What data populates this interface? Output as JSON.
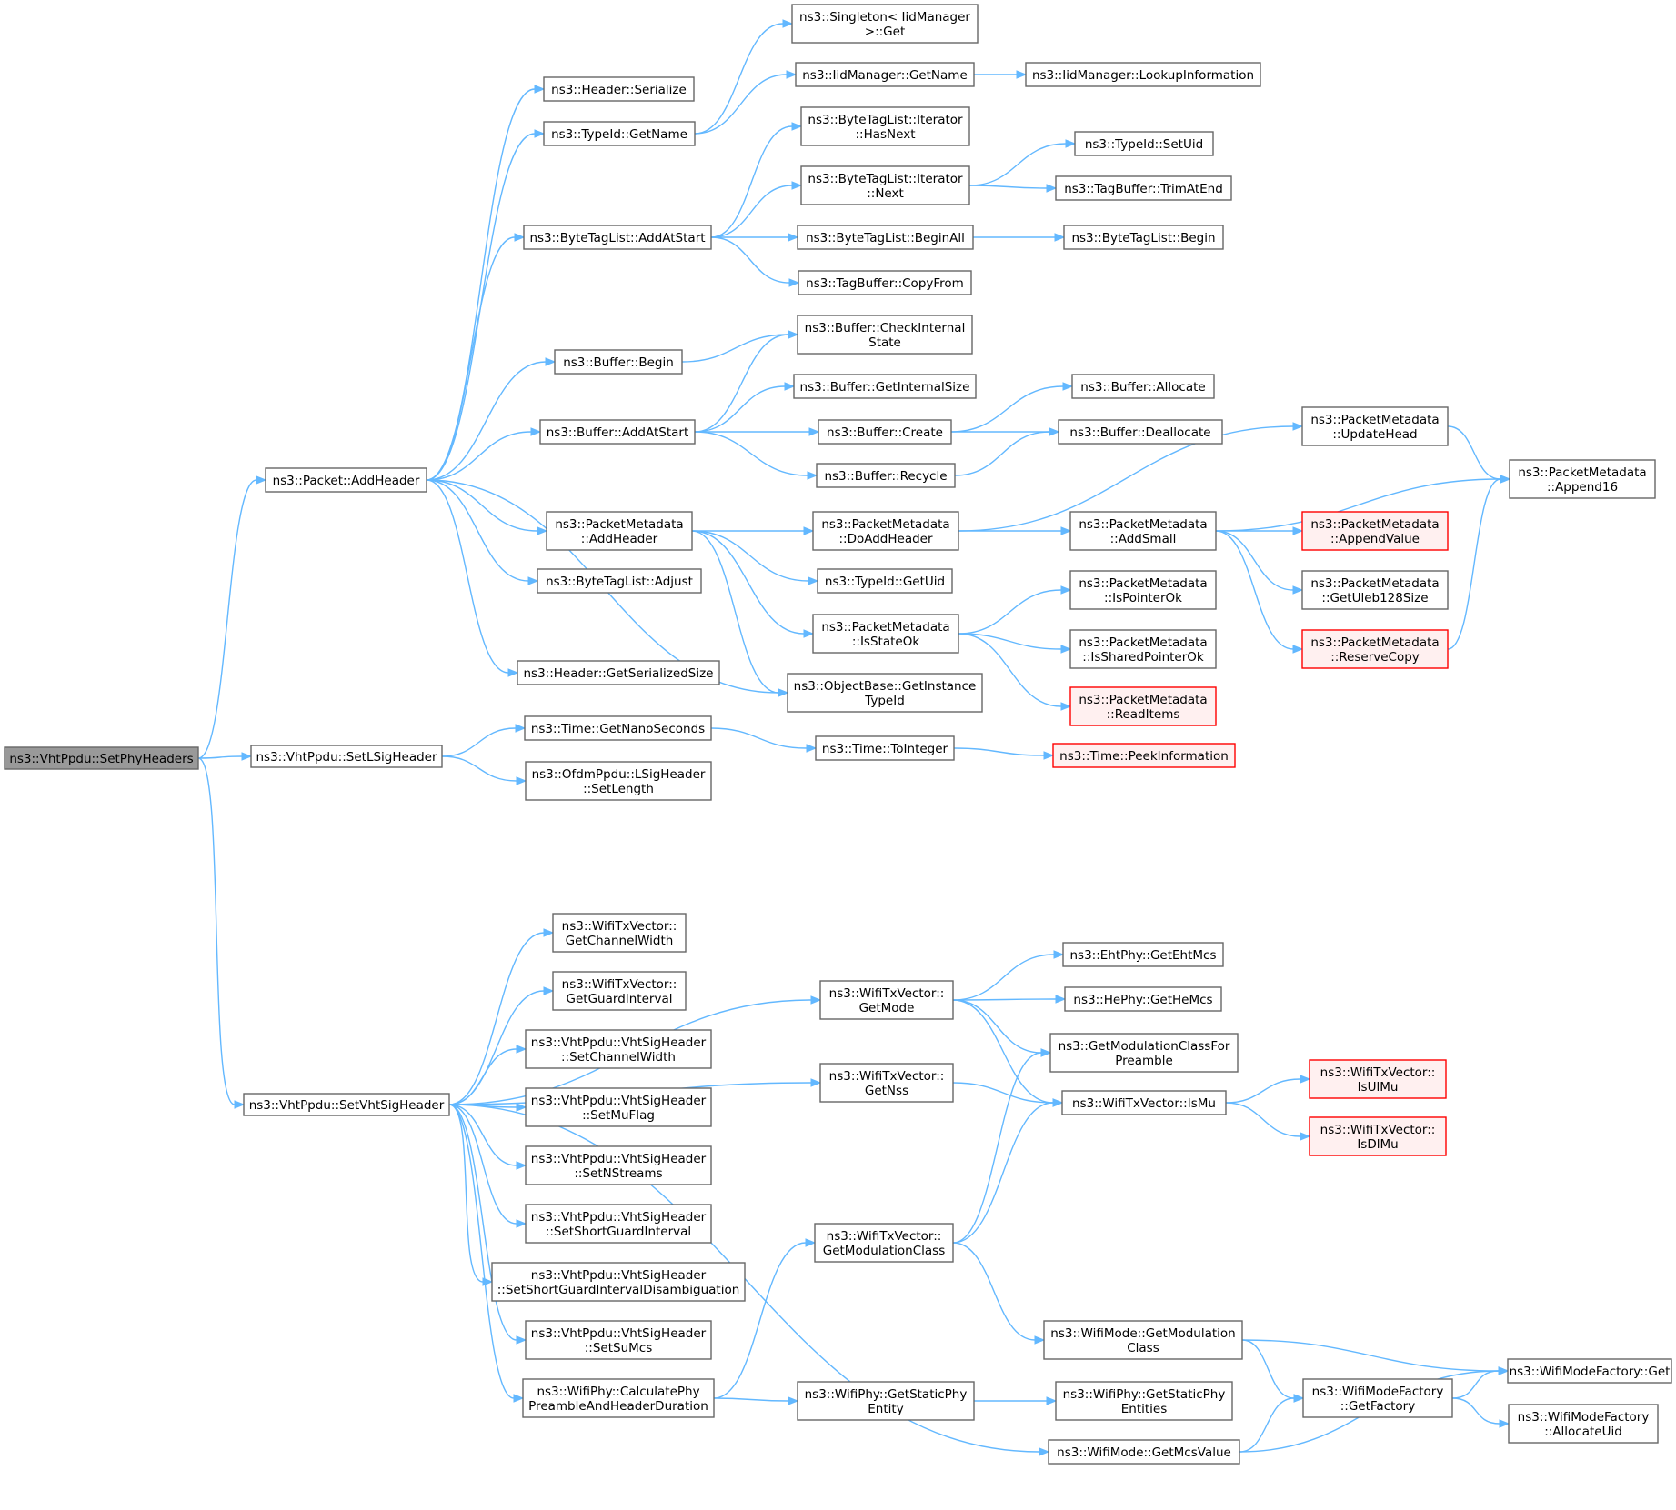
{
  "graph": {
    "colors": {
      "edge": "#63b8ff",
      "node_border": "#666666",
      "root_fill": "#999999",
      "truncated_border": "#ff0000",
      "truncated_fill": "#fff0f0"
    },
    "nodes": [
      {
        "id": "root",
        "lines": [
          "ns3::VhtPpdu::SetPhyHeaders"
        ],
        "style": "root"
      },
      {
        "id": "addHeader",
        "lines": [
          "ns3::Packet::AddHeader"
        ]
      },
      {
        "id": "setLSig",
        "lines": [
          "ns3::VhtPpdu::SetLSigHeader"
        ]
      },
      {
        "id": "setVhtSig",
        "lines": [
          "ns3::VhtPpdu::SetVhtSigHeader"
        ]
      },
      {
        "id": "hdrSerialize",
        "lines": [
          "ns3::Header::Serialize"
        ]
      },
      {
        "id": "typeGetName",
        "lines": [
          "ns3::TypeId::GetName"
        ]
      },
      {
        "id": "btlAddAtStart",
        "lines": [
          "ns3::ByteTagList::AddAtStart"
        ]
      },
      {
        "id": "bufBegin",
        "lines": [
          "ns3::Buffer::Begin"
        ]
      },
      {
        "id": "bufAddAtStart",
        "lines": [
          "ns3::Buffer::AddAtStart"
        ]
      },
      {
        "id": "pmAddHeader",
        "lines": [
          "ns3::PacketMetadata",
          "::AddHeader"
        ]
      },
      {
        "id": "btlAdjust",
        "lines": [
          "ns3::ByteTagList::Adjust"
        ]
      },
      {
        "id": "hdrSerSize",
        "lines": [
          "ns3::Header::GetSerializedSize"
        ]
      },
      {
        "id": "singletonGet",
        "lines": [
          "ns3::Singleton< IidManager",
          ">::Get"
        ]
      },
      {
        "id": "iidGetName",
        "lines": [
          "ns3::IidManager::GetName"
        ]
      },
      {
        "id": "iidLookup",
        "lines": [
          "ns3::IidManager::LookupInformation"
        ]
      },
      {
        "id": "itHasNext",
        "lines": [
          "ns3::ByteTagList::Iterator",
          "::HasNext"
        ]
      },
      {
        "id": "itNext",
        "lines": [
          "ns3::ByteTagList::Iterator",
          "::Next"
        ]
      },
      {
        "id": "typeSetUid",
        "lines": [
          "ns3::TypeId::SetUid"
        ]
      },
      {
        "id": "tbTrim",
        "lines": [
          "ns3::TagBuffer::TrimAtEnd"
        ]
      },
      {
        "id": "btlBeginAll",
        "lines": [
          "ns3::ByteTagList::BeginAll"
        ]
      },
      {
        "id": "btlBegin",
        "lines": [
          "ns3::ByteTagList::Begin"
        ]
      },
      {
        "id": "tbCopyFrom",
        "lines": [
          "ns3::TagBuffer::CopyFrom"
        ]
      },
      {
        "id": "bufCheck",
        "lines": [
          "ns3::Buffer::CheckInternal",
          "State"
        ]
      },
      {
        "id": "bufGetSize",
        "lines": [
          "ns3::Buffer::GetInternalSize"
        ]
      },
      {
        "id": "bufCreate",
        "lines": [
          "ns3::Buffer::Create"
        ]
      },
      {
        "id": "bufAllocate",
        "lines": [
          "ns3::Buffer::Allocate"
        ]
      },
      {
        "id": "bufDealloc",
        "lines": [
          "ns3::Buffer::Deallocate"
        ]
      },
      {
        "id": "bufRecycle",
        "lines": [
          "ns3::Buffer::Recycle"
        ]
      },
      {
        "id": "pmDoAdd",
        "lines": [
          "ns3::PacketMetadata",
          "::DoAddHeader"
        ]
      },
      {
        "id": "pmUpdateHead",
        "lines": [
          "ns3::PacketMetadata",
          "::UpdateHead"
        ]
      },
      {
        "id": "pmAppend16",
        "lines": [
          "ns3::PacketMetadata",
          "::Append16"
        ]
      },
      {
        "id": "pmAddSmall",
        "lines": [
          "ns3::PacketMetadata",
          "::AddSmall"
        ]
      },
      {
        "id": "pmAppendValue",
        "lines": [
          "ns3::PacketMetadata",
          "::AppendValue"
        ],
        "style": "trunc"
      },
      {
        "id": "pmUleb",
        "lines": [
          "ns3::PacketMetadata",
          "::GetUleb128Size"
        ]
      },
      {
        "id": "pmReserve",
        "lines": [
          "ns3::PacketMetadata",
          "::ReserveCopy"
        ],
        "style": "trunc"
      },
      {
        "id": "typeGetUid",
        "lines": [
          "ns3::TypeId::GetUid"
        ]
      },
      {
        "id": "pmIsStateOk",
        "lines": [
          "ns3::PacketMetadata",
          "::IsStateOk"
        ]
      },
      {
        "id": "pmIsPtrOk",
        "lines": [
          "ns3::PacketMetadata",
          "::IsPointerOk"
        ]
      },
      {
        "id": "pmIsShared",
        "lines": [
          "ns3::PacketMetadata",
          "::IsSharedPointerOk"
        ]
      },
      {
        "id": "pmReadItems",
        "lines": [
          "ns3::PacketMetadata",
          "::ReadItems"
        ],
        "style": "trunc"
      },
      {
        "id": "objGetInst",
        "lines": [
          "ns3::ObjectBase::GetInstance",
          "TypeId"
        ]
      },
      {
        "id": "timeNano",
        "lines": [
          "ns3::Time::GetNanoSeconds"
        ]
      },
      {
        "id": "timeToInt",
        "lines": [
          "ns3::Time::ToInteger"
        ]
      },
      {
        "id": "timePeek",
        "lines": [
          "ns3::Time::PeekInformation"
        ],
        "style": "trunc"
      },
      {
        "id": "ofdmSetLen",
        "lines": [
          "ns3::OfdmPpdu::LSigHeader",
          "::SetLength"
        ]
      },
      {
        "id": "txGetCw",
        "lines": [
          "ns3::WifiTxVector::",
          "GetChannelWidth"
        ]
      },
      {
        "id": "txGetGi",
        "lines": [
          "ns3::WifiTxVector::",
          "GetGuardInterval"
        ]
      },
      {
        "id": "vsSetCw",
        "lines": [
          "ns3::VhtPpdu::VhtSigHeader",
          "::SetChannelWidth"
        ]
      },
      {
        "id": "vsSetMu",
        "lines": [
          "ns3::VhtPpdu::VhtSigHeader",
          "::SetMuFlag"
        ]
      },
      {
        "id": "vsSetNs",
        "lines": [
          "ns3::VhtPpdu::VhtSigHeader",
          "::SetNStreams"
        ]
      },
      {
        "id": "vsSetSgi",
        "lines": [
          "ns3::VhtPpdu::VhtSigHeader",
          "::SetShortGuardInterval"
        ]
      },
      {
        "id": "vsSetSgiD",
        "lines": [
          "ns3::VhtPpdu::VhtSigHeader",
          "::SetShortGuardIntervalDisambiguation"
        ]
      },
      {
        "id": "vsSetSuMcs",
        "lines": [
          "ns3::VhtPpdu::VhtSigHeader",
          "::SetSuMcs"
        ]
      },
      {
        "id": "wpCalc",
        "lines": [
          "ns3::WifiPhy::CalculatePhy",
          "PreambleAndHeaderDuration"
        ]
      },
      {
        "id": "txGetMode",
        "lines": [
          "ns3::WifiTxVector::",
          "GetMode"
        ]
      },
      {
        "id": "txGetNss",
        "lines": [
          "ns3::WifiTxVector::",
          "GetNss"
        ]
      },
      {
        "id": "txGetModClass",
        "lines": [
          "ns3::WifiTxVector::",
          "GetModulationClass"
        ]
      },
      {
        "id": "wpGetStatic",
        "lines": [
          "ns3::WifiPhy::GetStaticPhy",
          "Entity"
        ]
      },
      {
        "id": "ehtGetMcs",
        "lines": [
          "ns3::EhtPhy::GetEhtMcs"
        ]
      },
      {
        "id": "heGetMcs",
        "lines": [
          "ns3::HePhy::GetHeMcs"
        ]
      },
      {
        "id": "getModClassPre",
        "lines": [
          "ns3::GetModulationClassFor",
          "Preamble"
        ]
      },
      {
        "id": "txIsMu",
        "lines": [
          "ns3::WifiTxVector::IsMu"
        ]
      },
      {
        "id": "txIsUlMu",
        "lines": [
          "ns3::WifiTxVector::",
          "IsUlMu"
        ],
        "style": "trunc"
      },
      {
        "id": "txIsDlMu",
        "lines": [
          "ns3::WifiTxVector::",
          "IsDlMu"
        ],
        "style": "trunc"
      },
      {
        "id": "wmGetModClass",
        "lines": [
          "ns3::WifiMode::GetModulation",
          "Class"
        ]
      },
      {
        "id": "wmGetMcs",
        "lines": [
          "ns3::WifiMode::GetMcsValue"
        ]
      },
      {
        "id": "wpGetStaticEnt",
        "lines": [
          "ns3::WifiPhy::GetStaticPhy",
          "Entities"
        ]
      },
      {
        "id": "wmfGetFactory",
        "lines": [
          "ns3::WifiModeFactory",
          "::GetFactory"
        ]
      },
      {
        "id": "wmfGet",
        "lines": [
          "ns3::WifiModeFactory::Get"
        ]
      },
      {
        "id": "wmfAlloc",
        "lines": [
          "ns3::WifiModeFactory",
          "::AllocateUid"
        ]
      }
    ],
    "edges": [
      [
        "root",
        "addHeader"
      ],
      [
        "root",
        "setLSig"
      ],
      [
        "root",
        "setVhtSig"
      ],
      [
        "addHeader",
        "hdrSerialize"
      ],
      [
        "addHeader",
        "typeGetName"
      ],
      [
        "addHeader",
        "btlAddAtStart"
      ],
      [
        "addHeader",
        "bufBegin"
      ],
      [
        "addHeader",
        "bufAddAtStart"
      ],
      [
        "addHeader",
        "pmAddHeader"
      ],
      [
        "addHeader",
        "btlAdjust"
      ],
      [
        "addHeader",
        "hdrSerSize"
      ],
      [
        "addHeader",
        "objGetInst"
      ],
      [
        "typeGetName",
        "singletonGet"
      ],
      [
        "typeGetName",
        "iidGetName"
      ],
      [
        "iidGetName",
        "iidLookup"
      ],
      [
        "btlAddAtStart",
        "itHasNext"
      ],
      [
        "btlAddAtStart",
        "itNext"
      ],
      [
        "btlAddAtStart",
        "btlBeginAll"
      ],
      [
        "btlAddAtStart",
        "tbCopyFrom"
      ],
      [
        "itNext",
        "typeSetUid"
      ],
      [
        "itNext",
        "tbTrim"
      ],
      [
        "btlBeginAll",
        "btlBegin"
      ],
      [
        "bufBegin",
        "bufCheck"
      ],
      [
        "bufAddAtStart",
        "bufCheck"
      ],
      [
        "bufAddAtStart",
        "bufGetSize"
      ],
      [
        "bufAddAtStart",
        "bufCreate"
      ],
      [
        "bufAddAtStart",
        "bufRecycle"
      ],
      [
        "bufCreate",
        "bufAllocate"
      ],
      [
        "bufCreate",
        "bufDealloc"
      ],
      [
        "bufRecycle",
        "bufDealloc"
      ],
      [
        "pmAddHeader",
        "pmDoAdd"
      ],
      [
        "pmAddHeader",
        "typeGetUid"
      ],
      [
        "pmAddHeader",
        "pmIsStateOk"
      ],
      [
        "pmAddHeader",
        "objGetInst"
      ],
      [
        "pmDoAdd",
        "pmUpdateHead"
      ],
      [
        "pmDoAdd",
        "pmAddSmall"
      ],
      [
        "pmUpdateHead",
        "pmAppend16"
      ],
      [
        "pmAddSmall",
        "pmAppend16"
      ],
      [
        "pmAddSmall",
        "pmAppendValue"
      ],
      [
        "pmAddSmall",
        "pmUleb"
      ],
      [
        "pmAddSmall",
        "pmReserve"
      ],
      [
        "pmReserve",
        "pmAppend16"
      ],
      [
        "pmIsStateOk",
        "pmIsPtrOk"
      ],
      [
        "pmIsStateOk",
        "pmIsShared"
      ],
      [
        "pmIsStateOk",
        "pmReadItems"
      ],
      [
        "setLSig",
        "timeNano"
      ],
      [
        "setLSig",
        "ofdmSetLen"
      ],
      [
        "timeNano",
        "timeToInt"
      ],
      [
        "timeToInt",
        "timePeek"
      ],
      [
        "setVhtSig",
        "txGetMode"
      ],
      [
        "setVhtSig",
        "txGetNss"
      ],
      [
        "setVhtSig",
        "txGetCw"
      ],
      [
        "setVhtSig",
        "txGetGi"
      ],
      [
        "setVhtSig",
        "vsSetCw"
      ],
      [
        "setVhtSig",
        "vsSetMu"
      ],
      [
        "setVhtSig",
        "vsSetNs"
      ],
      [
        "setVhtSig",
        "vsSetSgi"
      ],
      [
        "setVhtSig",
        "vsSetSgiD"
      ],
      [
        "setVhtSig",
        "vsSetSuMcs"
      ],
      [
        "setVhtSig",
        "wpCalc"
      ],
      [
        "setVhtSig",
        "wmGetMcs"
      ],
      [
        "txGetMode",
        "ehtGetMcs"
      ],
      [
        "txGetMode",
        "heGetMcs"
      ],
      [
        "txGetMode",
        "getModClassPre"
      ],
      [
        "txGetMode",
        "txIsMu"
      ],
      [
        "txGetNss",
        "txIsMu"
      ],
      [
        "txIsMu",
        "txIsUlMu"
      ],
      [
        "txIsMu",
        "txIsDlMu"
      ],
      [
        "wpCalc",
        "txGetModClass"
      ],
      [
        "wpCalc",
        "wpGetStatic"
      ],
      [
        "wpGetStatic",
        "wpGetStaticEnt"
      ],
      [
        "txGetModClass",
        "getModClassPre"
      ],
      [
        "txGetModClass",
        "txIsMu"
      ],
      [
        "txGetModClass",
        "wmGetModClass"
      ],
      [
        "wmGetModClass",
        "wmfGet"
      ],
      [
        "wmGetModClass",
        "wmfGetFactory"
      ],
      [
        "wmfGetFactory",
        "wmfGet"
      ],
      [
        "wmfGetFactory",
        "wmfAlloc"
      ],
      [
        "wmGetMcs",
        "wmfGetFactory"
      ],
      [
        "wmGetMcs",
        "wmfGet"
      ]
    ]
  }
}
